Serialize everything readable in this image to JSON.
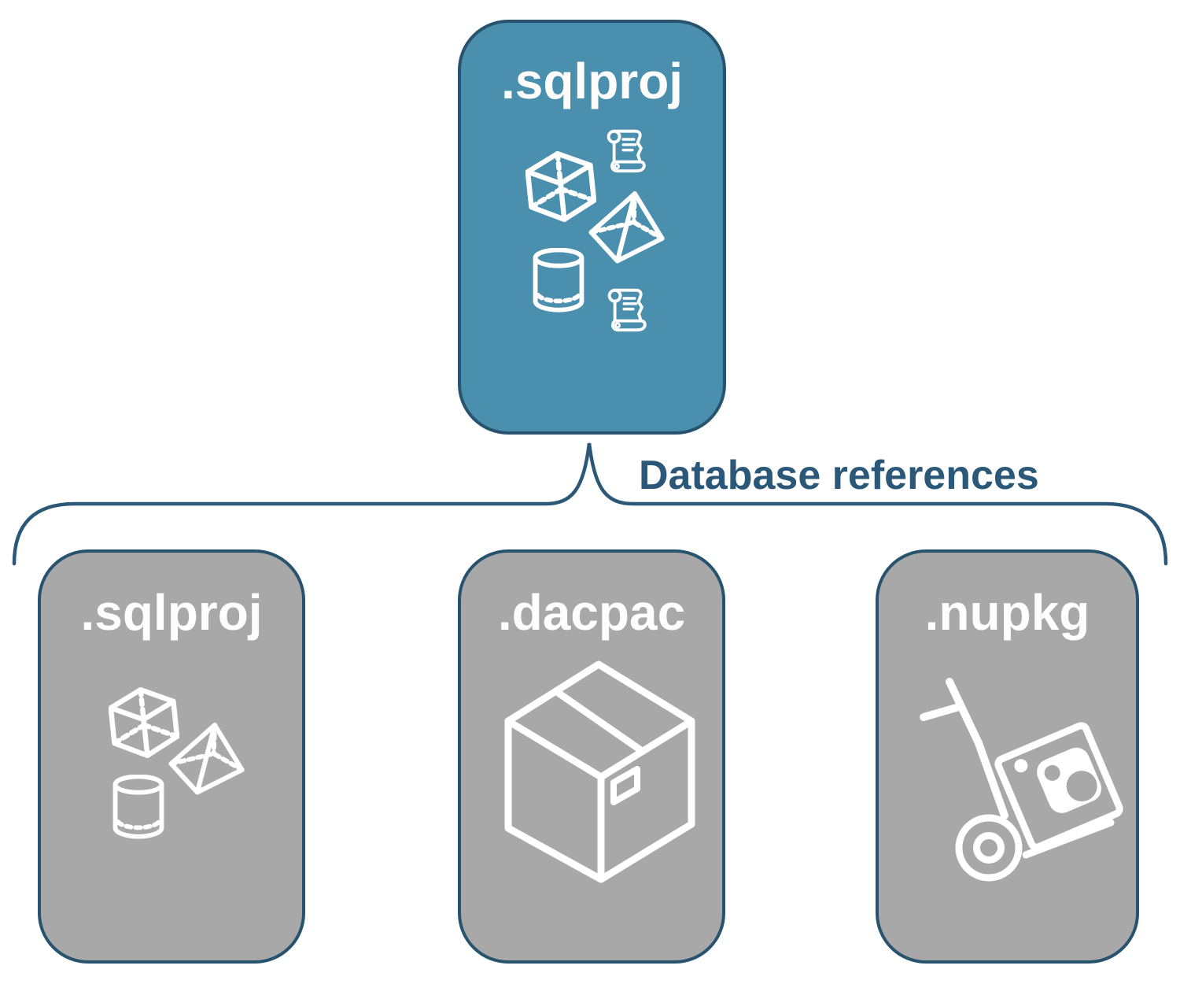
{
  "diagram": {
    "connector_label": "Database references",
    "colors": {
      "accent_teal": "#4A8FAD",
      "navy_stroke": "#2B5878",
      "card_gray": "#A8A8A8",
      "icon_white": "#FFFFFF",
      "background": "#FFFFFF"
    },
    "root": {
      "label": ".sqlproj",
      "icons": [
        "scroll-icon",
        "cube-icon",
        "pyramid-icon",
        "cylinder-icon",
        "scroll-icon"
      ]
    },
    "children": [
      {
        "label": ".sqlproj",
        "icons": [
          "cube-icon",
          "pyramid-icon",
          "cylinder-icon"
        ]
      },
      {
        "label": ".dacpac",
        "icons": [
          "package-box-icon"
        ]
      },
      {
        "label": ".nupkg",
        "icons": [
          "hand-truck-package-icon"
        ]
      }
    ]
  }
}
